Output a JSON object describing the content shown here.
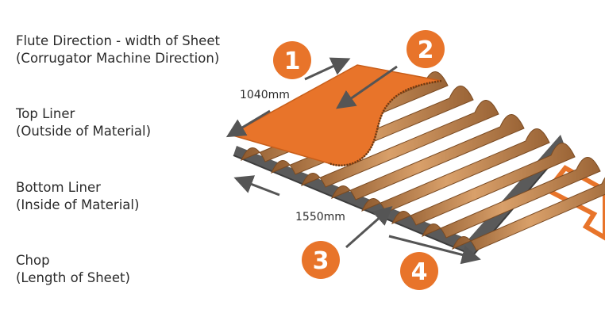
{
  "legend": [
    {
      "line1": "Flute Direction - width of Sheet",
      "line2": "(Corrugator Machine Direction)"
    },
    {
      "line1": "Top Liner",
      "line2": "(Outside of Material)"
    },
    {
      "line1": "Bottom Liner",
      "line2": "(Inside of Material)"
    },
    {
      "line1": "Chop",
      "line2": "(Length of Sheet)"
    }
  ],
  "badges": [
    "1",
    "2",
    "3",
    "4"
  ],
  "dimensions": {
    "width": "1040mm",
    "length": "1550mm"
  },
  "colors": {
    "accent": "#E8742A",
    "cardboard": "#C98A55",
    "cardboard_dark": "#8E5A2E",
    "base": "#5A5A5A",
    "arrow": "#555555"
  }
}
